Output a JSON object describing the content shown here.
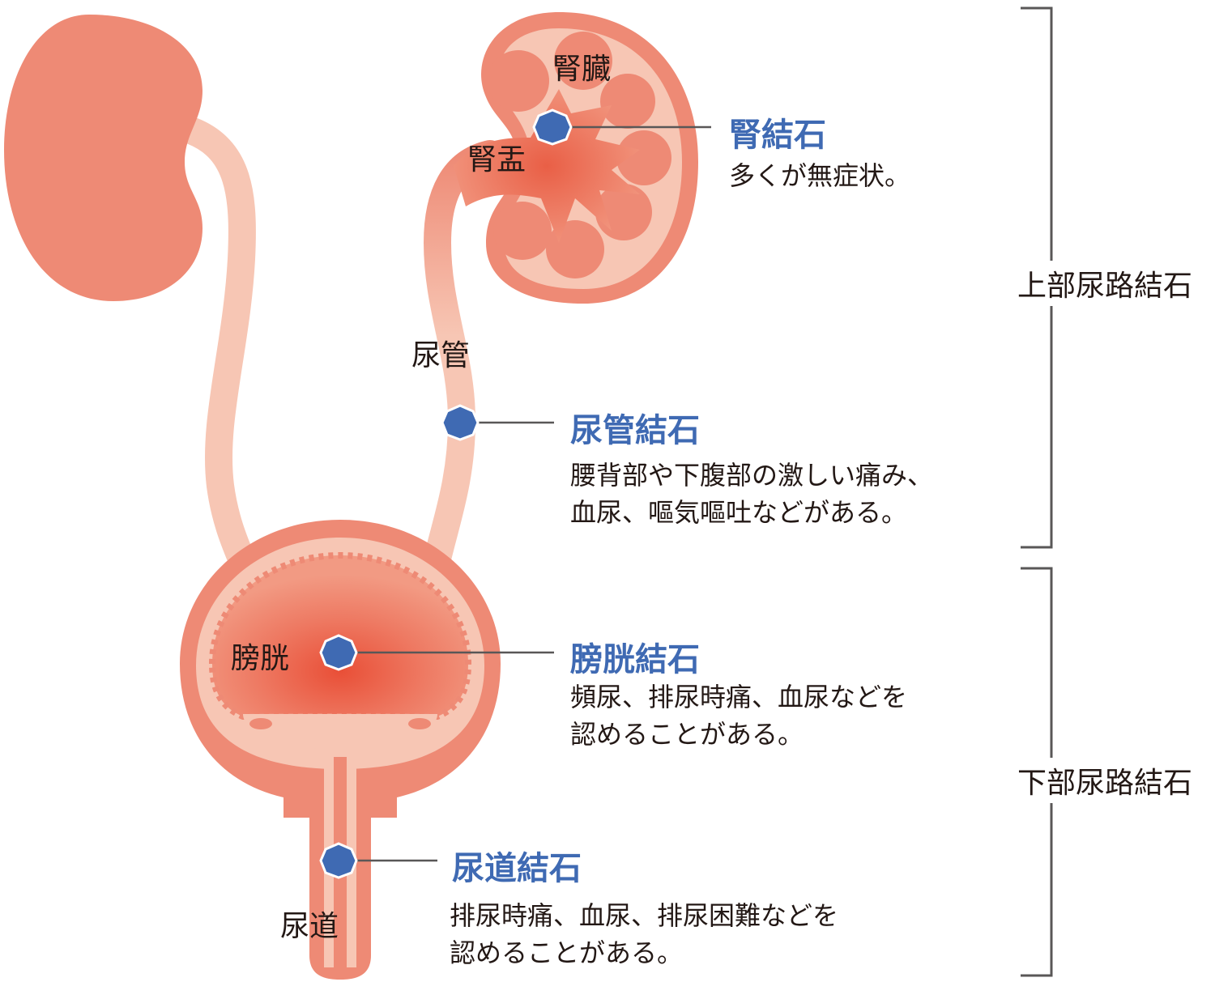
{
  "colors": {
    "organ_body": "#ee8a75",
    "organ_light": "#f7c6b4",
    "organ_deep": "#e95f46",
    "stone": "#3f6ab3",
    "accent_text": "#3f6ab3",
    "bracket": "#595757"
  },
  "organs": {
    "kidney": "腎臓",
    "renal_pelvis": "腎盂",
    "ureter": "尿管",
    "bladder": "膀胱",
    "urethra": "尿道"
  },
  "stones": {
    "kidney_stone": {
      "title": "腎結石",
      "desc": "多くが無症状。"
    },
    "ureter_stone": {
      "title": "尿管結石",
      "desc": "腰背部や下腹部の激しい痛み、\n血尿、嘔気嘔吐などがある。"
    },
    "bladder_stone": {
      "title": "膀胱結石",
      "desc": "頻尿、排尿時痛、血尿などを\n認めることがある。"
    },
    "urethra_stone": {
      "title": "尿道結石",
      "desc": "排尿時痛、血尿、排尿困難などを\n認めることがある。"
    }
  },
  "groups": {
    "upper": "上部尿路結石",
    "lower": "下部尿路結石"
  }
}
